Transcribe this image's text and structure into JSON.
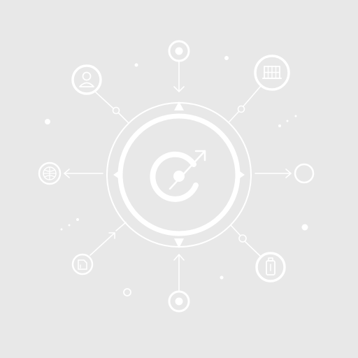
{
  "colors": {
    "background": "#e8e8e8",
    "line": "#ffffff"
  },
  "hub": {
    "icon": "target-with-arrow-icon"
  },
  "nodes": [
    {
      "id": "top",
      "icon": "ring-dot-icon"
    },
    {
      "id": "top-left",
      "icon": "user-profile-icon"
    },
    {
      "id": "top-right",
      "icon": "grid-panel-icon"
    },
    {
      "id": "left",
      "icon": "globe-icon"
    },
    {
      "id": "right",
      "icon": "empty-ring-icon"
    },
    {
      "id": "bottom-left",
      "icon": "document-icon"
    },
    {
      "id": "bottom-right",
      "icon": "bottle-icon"
    },
    {
      "id": "bottom",
      "icon": "ring-dot-icon"
    }
  ]
}
